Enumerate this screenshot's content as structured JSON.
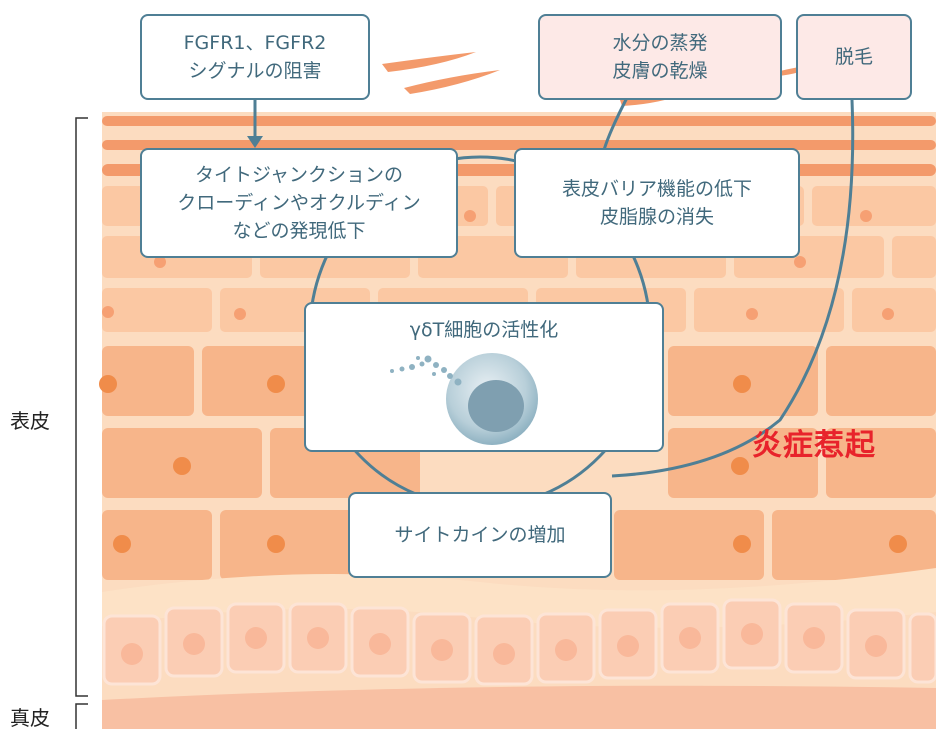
{
  "boxes": {
    "fgfr": {
      "lines": [
        "FGFR1、FGFR2",
        "シグナルの阻害"
      ]
    },
    "water": {
      "lines": [
        "水分の蒸発",
        "皮膚の乾燥"
      ]
    },
    "hair_loss": {
      "lines": [
        "脱毛"
      ]
    },
    "tight_junction": {
      "lines": [
        "タイトジャンクションの",
        "クローディンやオクルディン",
        "などの発現低下"
      ]
    },
    "barrier": {
      "lines": [
        "表皮バリア機能の低下",
        "皮脂腺の消失"
      ]
    },
    "tcell": {
      "lines": [
        "γδT細胞の活性化"
      ]
    },
    "cytokine": {
      "lines": [
        "サイトカインの増加"
      ]
    }
  },
  "labels": {
    "epidermis": "表皮",
    "dermis": "真皮",
    "inflammation": "炎症惹起"
  },
  "colors": {
    "box_border": "#4f7f95",
    "text": "#41697c",
    "pink_box": "#fde9e7",
    "skin_orange": "#f6a073",
    "skin_light": "#fcdcc0",
    "inflammation_red": "#e8232b"
  }
}
